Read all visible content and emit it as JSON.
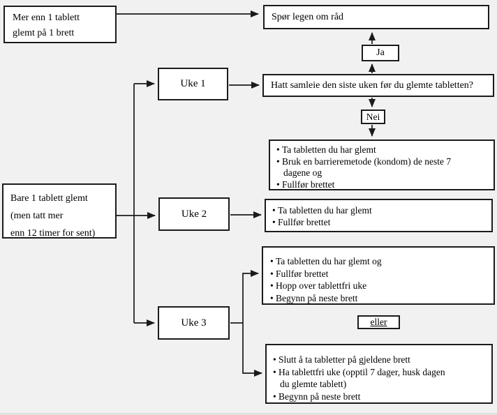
{
  "colors": {
    "background": "#f1f1f1",
    "box_fill": "#ffffff",
    "line": "#1a1a1a",
    "text": "#000000"
  },
  "glyphs": {
    "bullet": "•"
  },
  "nodes": {
    "more_than_one": {
      "line1": "Mer enn 1 tablett",
      "line2": "glemt på 1 brett"
    },
    "ask_doctor": {
      "label": "Spør legen om råd"
    },
    "ja": {
      "label": "Ja"
    },
    "question": {
      "label": "Hatt samleie den siste uken før du glemte tabletten?"
    },
    "nei": {
      "label": "Nei"
    },
    "week1": {
      "label": "Uke 1"
    },
    "week1_result": {
      "lines": [
        "Ta tabletten du har glemt",
        "Bruk en barrieremetode (kondom) de neste 7",
        "dagene og",
        "Fullfør brettet"
      ]
    },
    "only_one": {
      "line1": "Bare 1 tablett glemt",
      "line2": "(men tatt mer",
      "line3": "enn 12 timer for sent)"
    },
    "week2": {
      "label": "Uke 2"
    },
    "week2_result": {
      "lines": [
        "Ta tabletten du har glemt",
        "Fullfør brettet"
      ]
    },
    "week3": {
      "label": "Uke 3"
    },
    "week3_result_a": {
      "lines": [
        "Ta tabletten du har glemt og",
        "Fullfør brettet",
        "Hopp over tablettfri uke",
        "Begynn på neste brett"
      ]
    },
    "eller": {
      "label": "eller"
    },
    "week3_result_b": {
      "lines": [
        "Slutt å ta tabletter på gjeldene brett",
        "Ha tablettfri uke (opptil 7 dager, husk dagen",
        "du glemte tablett)",
        "Begynn på neste brett"
      ]
    }
  }
}
